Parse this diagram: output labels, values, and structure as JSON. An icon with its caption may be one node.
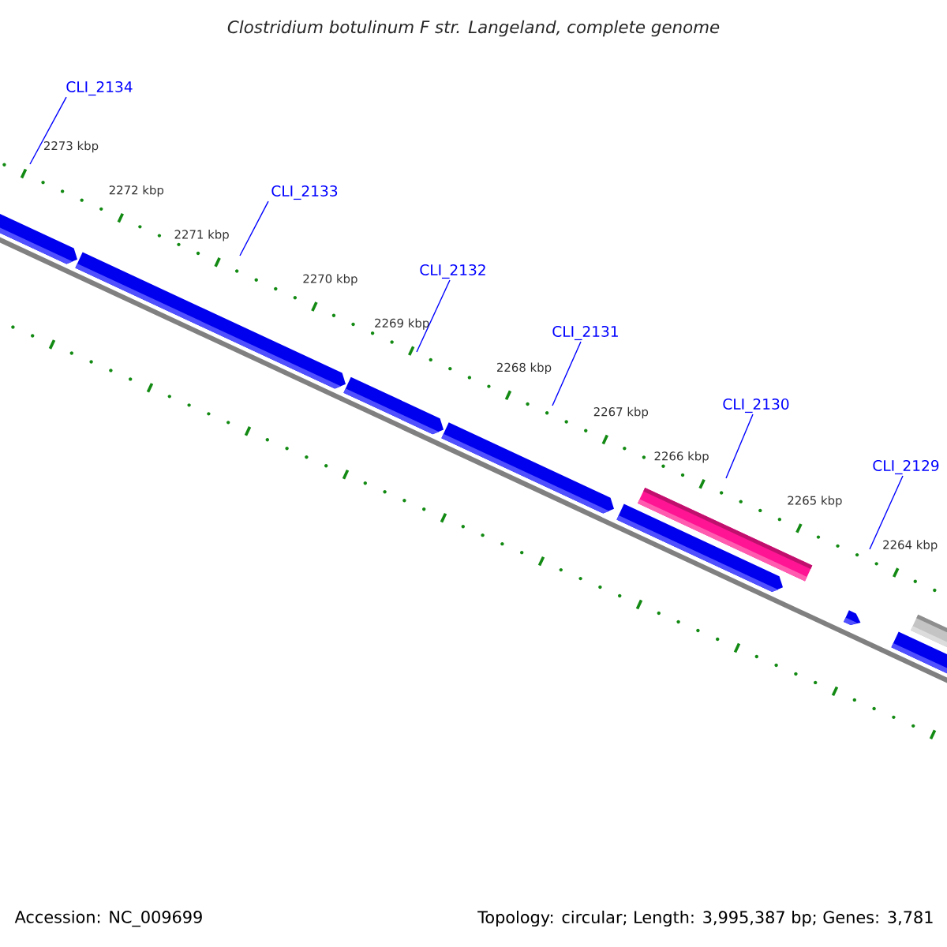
{
  "diagram": {
    "title": "Clostridium botulinum F str. Langeland, complete genome",
    "nodes": [
      {
        "text": [
          "CLI_2134"
        ]
      },
      {
        "text": [
          "CLI_2133"
        ]
      },
      {
        "text": [
          "CLI_2132"
        ]
      },
      {
        "text": [
          "CLI_2131"
        ]
      },
      {
        "text": [
          "CLI_2130"
        ]
      },
      {
        "text": [
          "CLI_2129"
        ]
      }
    ],
    "edges": [
      {
        "from": 0,
        "to": null,
        "arrow": "none"
      },
      {
        "from": 1,
        "to": null,
        "arrow": "none"
      },
      {
        "from": 2,
        "to": null,
        "arrow": "none"
      },
      {
        "from": 3,
        "to": null,
        "arrow": "none"
      },
      {
        "from": 4,
        "to": null,
        "arrow": "none"
      },
      {
        "from": 5,
        "to": null,
        "arrow": "none"
      }
    ],
    "labels": [
      "2273 kbp",
      "2272 kbp",
      "2271 kbp",
      "2270 kbp",
      "2269 kbp",
      "2268 kbp",
      "2267 kbp",
      "2266 kbp",
      "2265 kbp",
      "2264 kbp",
      "Accession: NC_009699",
      "Topology: circular; Length: 3,995,387 bp; Genes: 3,781"
    ]
  }
}
